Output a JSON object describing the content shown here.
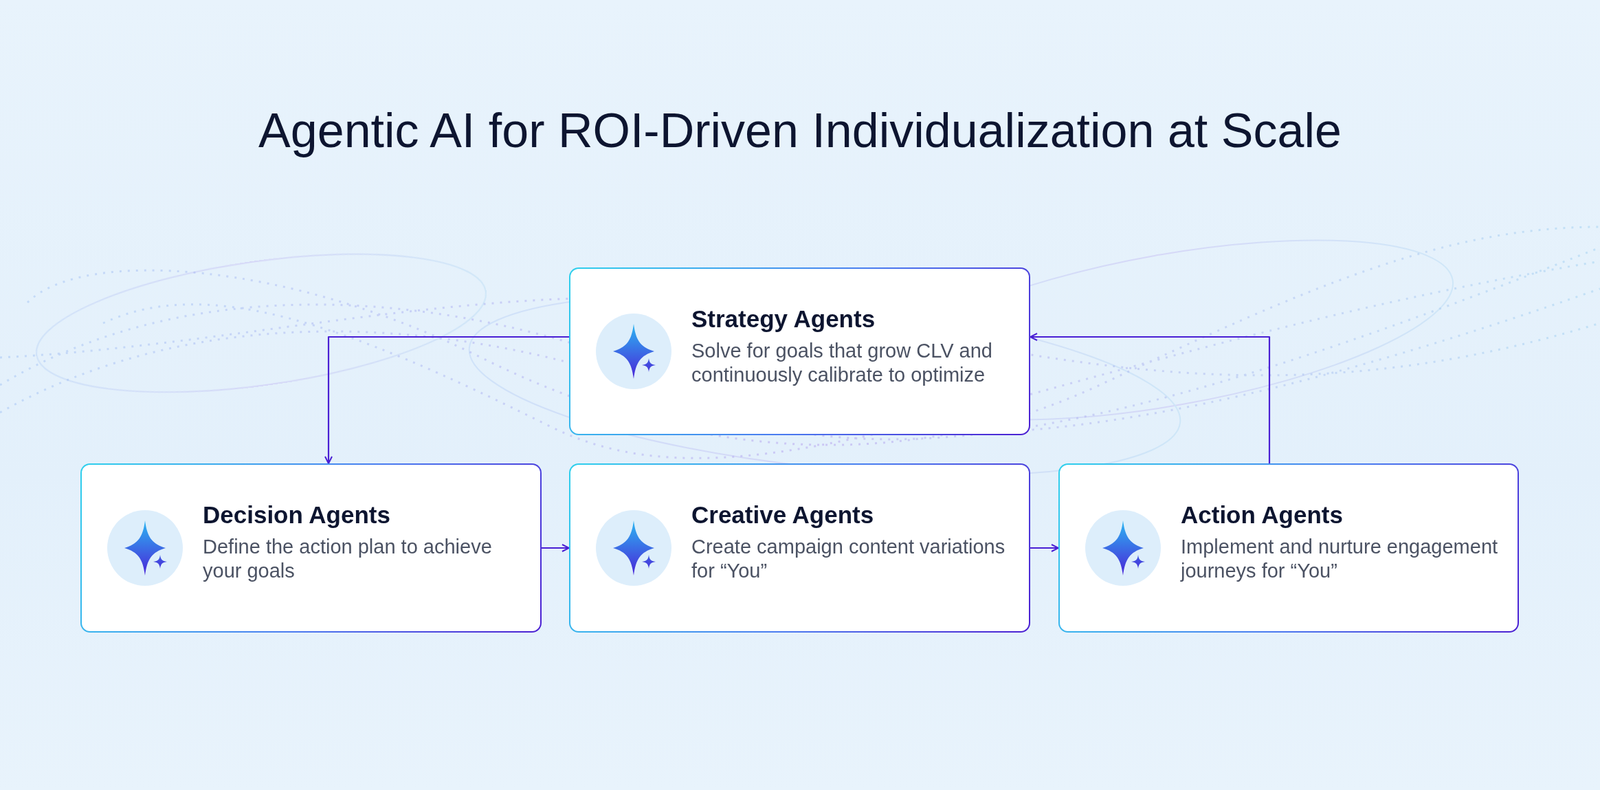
{
  "diagram": {
    "title": "Agentic AI for ROI-Driven Individualization at Scale",
    "nodes": [
      {
        "text": [
          "Strategy Agents",
          "Solve for goals that grow CLV and continuously calibrate to optimize"
        ]
      },
      {
        "text": [
          "Decision Agents",
          "Define the action plan to achieve your goals"
        ]
      },
      {
        "text": [
          "Creative Agents",
          "Create campaign content variations for “You”"
        ]
      },
      {
        "text": [
          "Action Agents",
          "Implement and nurture engagement journeys for “You”"
        ]
      }
    ],
    "edges": [
      {
        "from": 0,
        "to": 1,
        "arrow": "to"
      },
      {
        "from": 1,
        "to": 2,
        "arrow": "to"
      },
      {
        "from": 2,
        "to": 3,
        "arrow": "to"
      },
      {
        "from": 3,
        "to": 0,
        "arrow": "to"
      }
    ]
  }
}
